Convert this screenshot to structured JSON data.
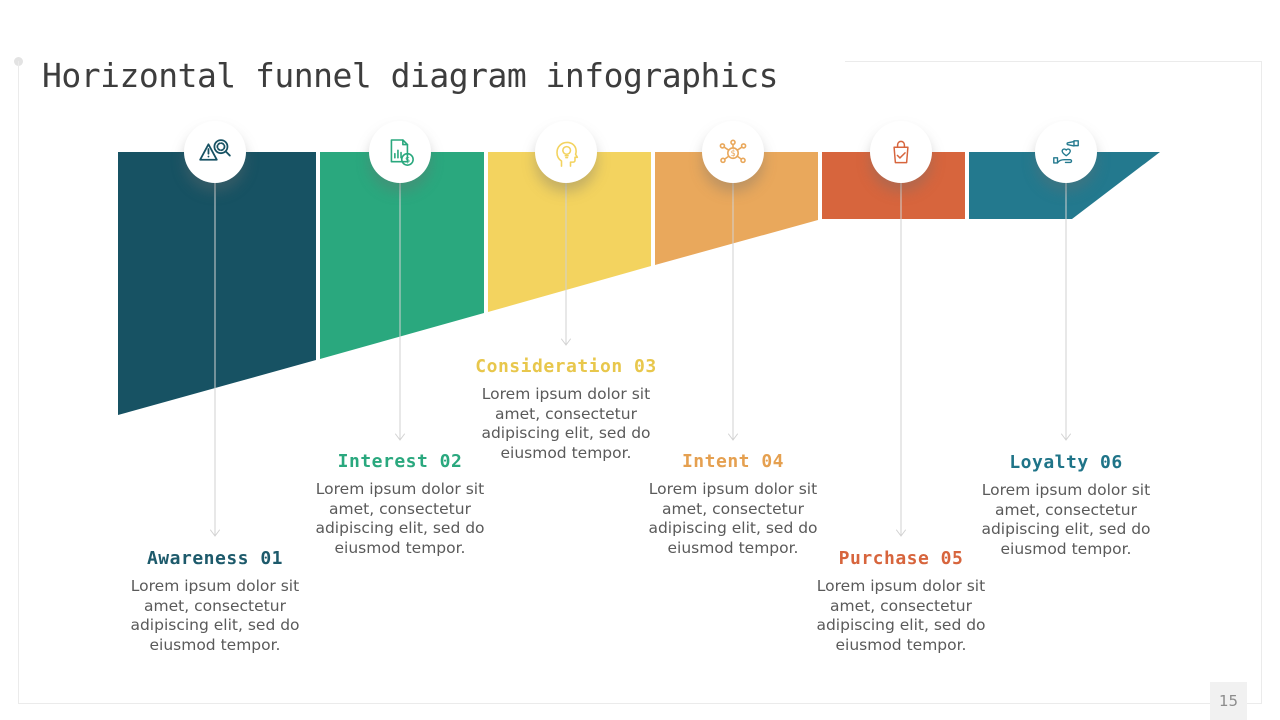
{
  "slide": {
    "title": "Horizontal funnel diagram infographics",
    "page_number": "15",
    "background_color": "#ffffff",
    "frame_color": "#ebebeb",
    "connector_color": "#d2d2d2",
    "title_color": "#3d3d3d",
    "body_text_color": "#5a5a5a"
  },
  "stages": [
    {
      "heading": "Awareness 01",
      "description": "Lorem ipsum dolor sit\namet, consectetur\nadipiscing elit, sed do\neiusmod tempor.",
      "color": "#175263",
      "label_color": "#1d5a6b",
      "icon": "alert-magnifier-icon"
    },
    {
      "heading": "Interest 02",
      "description": "Lorem ipsum dolor sit\namet, consectetur\nadipiscing elit, sed do\neiusmod tempor.",
      "color": "#2aa87e",
      "label_color": "#2aa87e",
      "icon": "report-money-icon"
    },
    {
      "heading": "Consideration 03",
      "description": "Lorem ipsum dolor sit\namet, consectetur\nadipiscing elit, sed do\neiusmod tempor.",
      "color": "#f3d35f",
      "label_color": "#e8c74c",
      "icon": "mind-idea-icon"
    },
    {
      "heading": "Intent 04",
      "description": "Lorem ipsum dolor sit\namet, consectetur\nadipiscing elit, sed do\neiusmod tempor.",
      "color": "#e9a85c",
      "label_color": "#e5a050",
      "icon": "network-money-icon"
    },
    {
      "heading": "Purchase 05",
      "description": "Lorem ipsum dolor sit\namet, consectetur\nadipiscing elit, sed do\neiusmod tempor.",
      "color": "#d7653d",
      "label_color": "#d7653d",
      "icon": "shopping-bag-check-icon"
    },
    {
      "heading": "Loyalty 06",
      "description": "Lorem ipsum dolor sit\namet, consectetur\nadipiscing elit, sed do\neiusmod tempor.",
      "color": "#23798e",
      "label_color": "#1f7488",
      "icon": "caring-hands-icon"
    }
  ]
}
